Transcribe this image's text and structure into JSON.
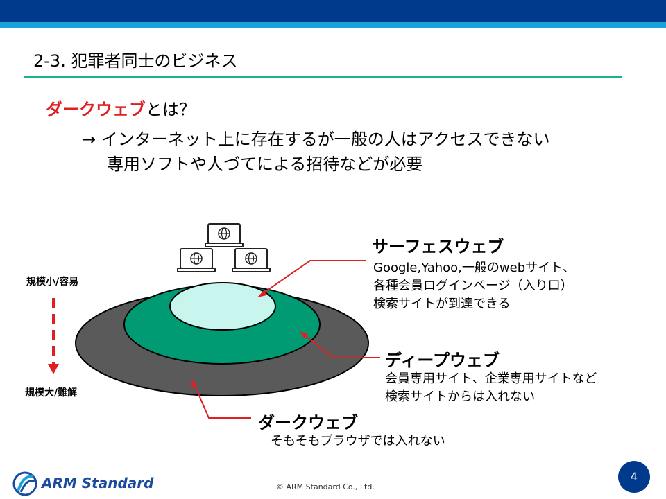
{
  "slide": {
    "title": "2-3. 犯罪者同士のビジネス",
    "heading_accent": "ダークウェブ",
    "heading_rest": "とは？",
    "line1": "→ インターネット上に存在するが一般の人はアクセスできない",
    "line2": "専用ソフトや人づてによる招待などが必要"
  },
  "scale": {
    "top_label": "規模小/容易",
    "bottom_label": "規模大/難解"
  },
  "layers": {
    "surface": {
      "title": "サーフェスウェブ",
      "desc": [
        "Google,Yahoo,一般のwebサイト、",
        "各種会員ログインページ（入り口）",
        "検索サイトが到達できる"
      ]
    },
    "deep": {
      "title": "ディープウェブ",
      "desc": [
        "会員専用サイト、企業専用サイトなど",
        "検索サイトからは入れない"
      ]
    },
    "dark": {
      "title": "ダークウェブ",
      "desc": [
        "そもそもブラウザでは入れない"
      ]
    }
  },
  "footer": {
    "logo_text": "ARM Standard",
    "copyright": "© ARM Standard Co., Ltd.",
    "page_number": "4"
  },
  "colors": {
    "header_band": "#003a8c",
    "header_stripe": "#19a3d9",
    "title_rule": "#19b394",
    "accent_red": "#e02020",
    "dark_layer": "#5a5a5a",
    "deep_layer": "#009a73",
    "surface_layer": "#c8f5ee"
  },
  "icons": [
    "laptop-globe-icon",
    "laptop-globe-icon",
    "laptop-globe-icon",
    "arm-logo-icon"
  ]
}
